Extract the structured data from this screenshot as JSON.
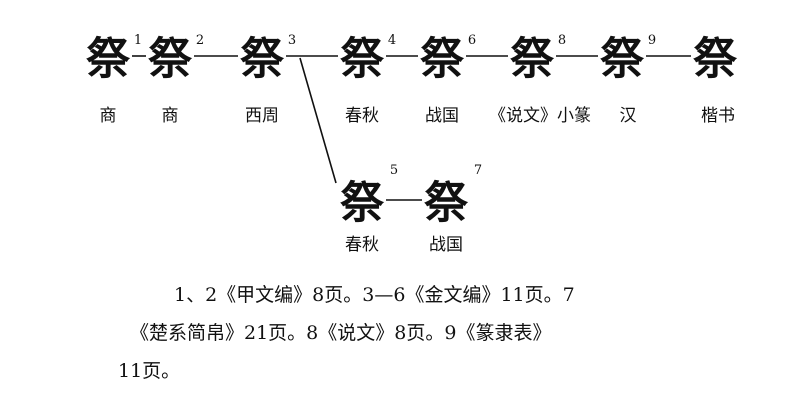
{
  "stages": [
    {
      "char": "祭",
      "number": "1",
      "era": "商"
    },
    {
      "char": "祭",
      "number": "2",
      "era": "商"
    },
    {
      "char": "祭",
      "number": "3",
      "era": "西周"
    },
    {
      "char": "祭",
      "number": "4",
      "era": "春秋"
    },
    {
      "char": "祭",
      "number": "6",
      "era": "战国"
    },
    {
      "char": "祭",
      "number": "8",
      "era": "《说文》小篆"
    },
    {
      "char": "祭",
      "number": "9",
      "era": "汉"
    },
    {
      "char": "祭",
      "number": "",
      "era": "楷书"
    }
  ],
  "branch": [
    {
      "char": "祭",
      "number": "5",
      "era": "春秋"
    },
    {
      "char": "祭",
      "number": "7",
      "era": "战国"
    }
  ],
  "caption": {
    "line1": "1、2《甲文编》8页。3—6《金文编》11页。7",
    "line2": "《楚系简帛》21页。8《说文》8页。9《篆隶表》",
    "line3": "11页。"
  }
}
